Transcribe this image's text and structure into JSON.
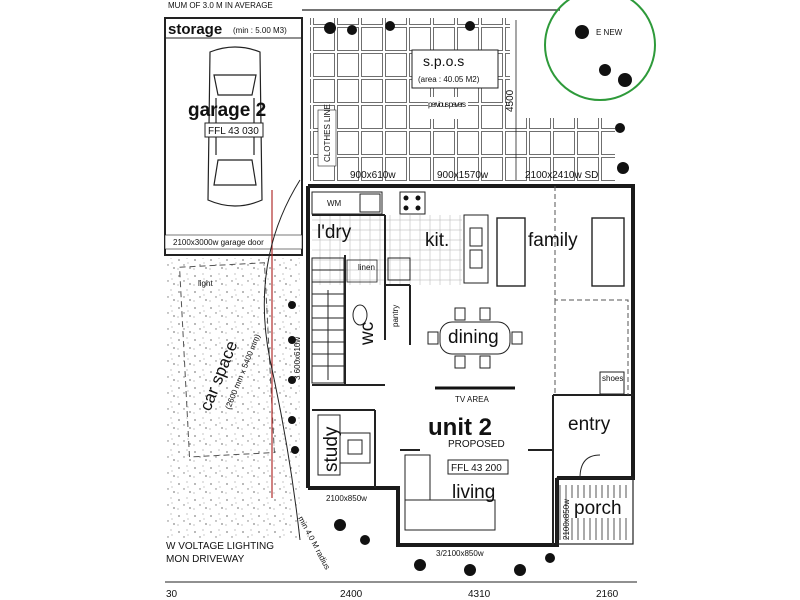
{
  "header": {
    "top_note": "MUM OF 3.0 M IN AVERAGE"
  },
  "storage": {
    "label": "storage",
    "note": "(min : 5.00 M3)"
  },
  "garage": {
    "label": "garage 2",
    "ffl": "FFL 43 030",
    "door": "2100x3000w garage door"
  },
  "spos": {
    "label": "s.p.o.s",
    "area": "(area : 40.05 M2)",
    "paving": "pervious pavers"
  },
  "clothes_line": "CLOTHES LINE",
  "dimension_4500": "4500",
  "plant_new": "E NEW",
  "windows": {
    "w1": "900x610w",
    "w2": "900x1570w",
    "sd": "2100x2410w SD",
    "w_vertical": "3 600x610w",
    "w_bottom_left": "2100x850w",
    "w_bottom": "3/2100x850w",
    "w_porch": "2100x850w"
  },
  "rooms": {
    "ldry": "l'dry",
    "kit": "kit.",
    "family": "family",
    "dining": "dining",
    "wc": "wc",
    "linen": "linen",
    "pantry": "pantry",
    "study": "study",
    "entry": "entry",
    "living": "living",
    "porch": "porch",
    "tv": "TV AREA",
    "shoes": "shoes",
    "wm": "WM"
  },
  "unit": {
    "name": "unit 2",
    "status": "PROPOSED",
    "ffl": "FFL 43 200"
  },
  "car_space": {
    "label": "car space",
    "dims": "(2600 mm x 5400 mm)"
  },
  "radius_note": "min 4.0 M radius",
  "notes": {
    "lighting": "W VOLTAGE LIGHTING",
    "driveway": "MON DRIVEWAY",
    "light_label": "light"
  },
  "bottom_dims": [
    "30",
    "2400",
    "4310",
    "2160"
  ],
  "colors": {
    "ink": "#1a1a1a",
    "tree": "#2e9a3a",
    "guide_red": "#b0302e",
    "paving": "#dcdcdc",
    "gravel": "#9a9a9a"
  }
}
